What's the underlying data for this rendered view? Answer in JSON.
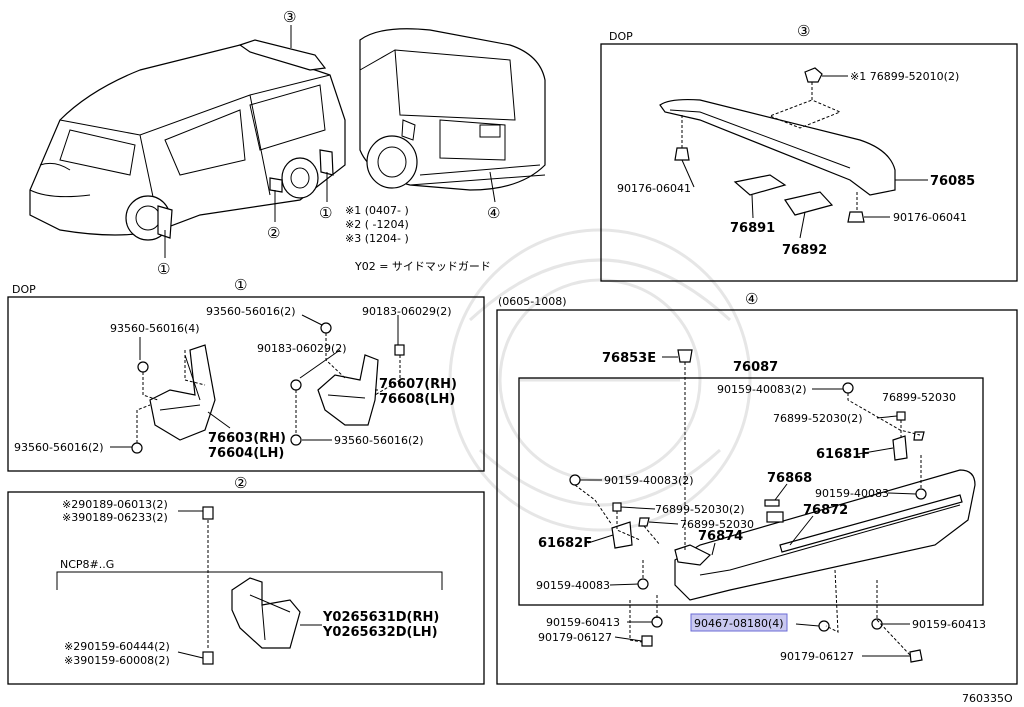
{
  "top": {
    "callouts": {
      "c1a": "①",
      "c1b": "①",
      "c2": "②",
      "c3": "③",
      "c4": "④"
    },
    "notes": [
      "※1 (0407-      )",
      "※2 (      -1204)",
      "※3 (1204-      )"
    ],
    "y02_note": "Y02 = サイドマッドガード"
  },
  "panel3": {
    "dop": "DOP",
    "num": "③",
    "labels": {
      "p_76899_52010": "※1 76899-52010(2)",
      "p_90176_a": "90176-06041",
      "p_76085": "76085",
      "p_76891": "76891",
      "p_76892": "76892",
      "p_90176_b": "90176-06041"
    }
  },
  "panel1": {
    "dop": "DOP",
    "num": "①",
    "labels": {
      "a": "93560-56016(4)",
      "b": "93560-56016(2)",
      "c": "90183-06029(2)",
      "d": "90183-06029(2)",
      "e": "76607(RH)",
      "f": "76608(LH)",
      "g": "93560-56016(2)",
      "h": "76603(RH)",
      "i": "76604(LH)",
      "j": "93560-56016(2)"
    }
  },
  "panel2": {
    "num": "②",
    "labels": {
      "a": "※290189-06013(2)",
      "b": "※390189-06233(2)",
      "ncp": "NCP8#..G",
      "c": "Y0265631D(RH)",
      "d": "Y0265632D(LH)",
      "e": "※290159-60444(2)",
      "f": "※390159-60008(2)"
    }
  },
  "panel4": {
    "range": "(0605-1008)",
    "num": "④",
    "labels": {
      "p76853e": "76853E",
      "p76087": "76087",
      "a": "90159-40083(2)",
      "b": "76899-52030",
      "c": "76899-52030(2)",
      "d": "61681F",
      "e": "90159-40083(2)",
      "f": "76868",
      "g": "90159-40083",
      "h": "76899-52030(2)",
      "i": "76899-52030",
      "j": "76872",
      "k": "76874",
      "l": "61682F",
      "m": "90159-40083",
      "n": "90159-60413",
      "o": "90467-08180(4)",
      "p": "90159-60413",
      "q": "90179-06127",
      "r": "90179-06127"
    }
  },
  "footer": {
    "code": "760335O"
  }
}
